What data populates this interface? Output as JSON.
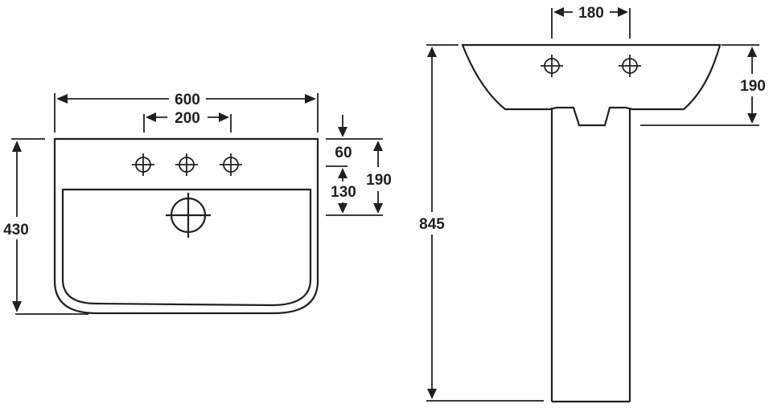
{
  "diagram": {
    "colors": {
      "line": "#231f20",
      "background": "#ffffff"
    },
    "plan_view": {
      "width_label": "600",
      "tap_spacing_label": "200",
      "depth_label": "430",
      "rim_to_tap_label": "60",
      "tap_to_bowl_label": "130",
      "rim_depth_label": "190",
      "icons": [
        "tap-hole-icon",
        "waste-outlet-icon"
      ]
    },
    "side_view": {
      "tap_spacing_label": "180",
      "basin_height_label": "190",
      "overall_height_label": "845"
    }
  }
}
